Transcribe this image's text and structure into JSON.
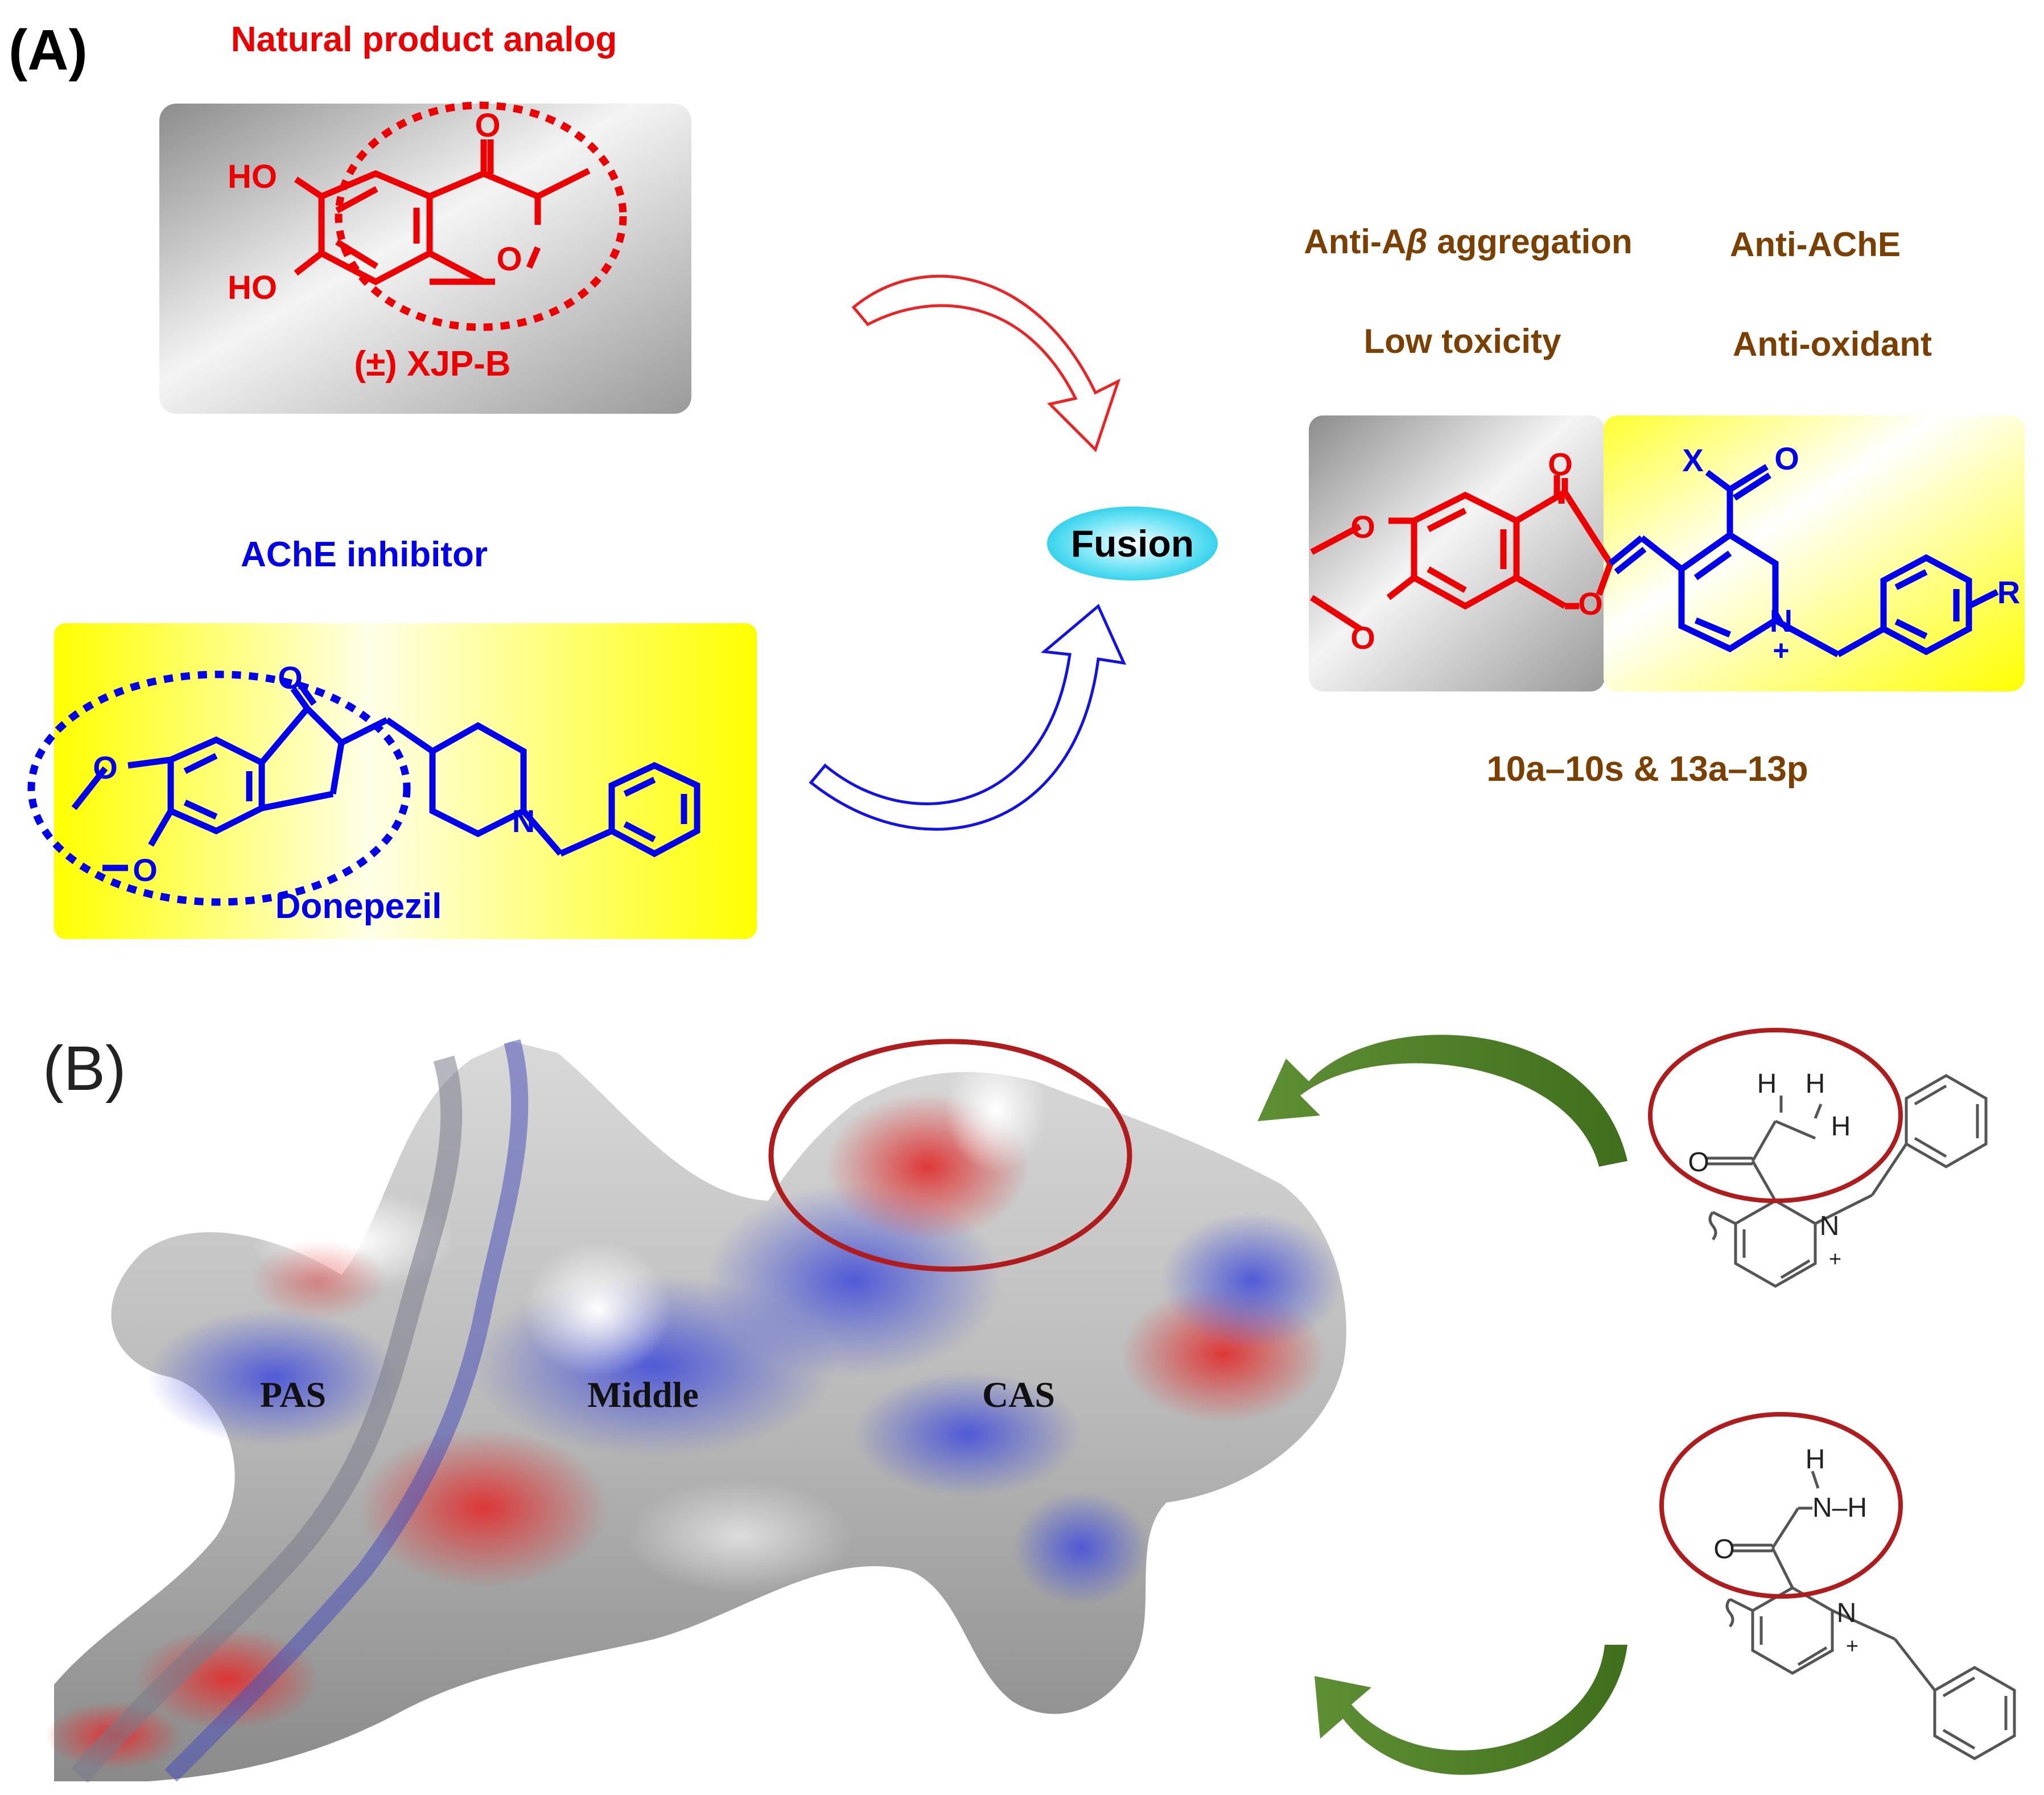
{
  "colors": {
    "red": "#ee0000",
    "blue": "#0000ee",
    "brown": "#7b3f00",
    "green": "#4f7f2a",
    "darkred": "#b01c1c",
    "cyan": "#21d4f0",
    "yellow": "#ffff00",
    "gray": "#b4b4b4"
  },
  "panel_a": {
    "label": "(A)",
    "natural_product": {
      "header": "Natural product analog",
      "name": "(±) XJP-B",
      "atom_oxygen_ketone": "O",
      "atom_oxygen_ring": "O",
      "atom_ho_top": "HO",
      "atom_ho_bottom": "HO"
    },
    "donepezil": {
      "header": "AChE inhibitor",
      "name": "Donepezil",
      "atom_oxygen_ketone": "O",
      "atom_o_methoxy_top": "O",
      "atom_o_methoxy_bottom": "O",
      "atom_nitrogen": "N"
    },
    "fusion_label": "Fusion",
    "properties": {
      "anti_abeta_prefix": "Anti-A",
      "anti_abeta_beta": "β",
      "anti_abeta_suffix": " aggregation",
      "anti_ache": "Anti-AChE",
      "low_toxicity": "Low toxicity",
      "anti_oxidant": "Anti-oxidant"
    },
    "hybrid": {
      "atom_x": "X",
      "atom_o_carbonyl": "O",
      "atom_o_ketone": "O",
      "atom_o_ring": "O",
      "atom_o_methoxy_top": "O",
      "atom_o_methoxy_bottom": "O",
      "atom_n": "N",
      "atom_n_charge": "+",
      "atom_r": "R",
      "compounds": "10a–10s & 13a–13p"
    }
  },
  "panel_b": {
    "label": "(B)",
    "site_pas": "PAS",
    "site_middle": "Middle",
    "site_cas": "CAS",
    "top_structure": {
      "h1": "H",
      "h2": "H",
      "h3": "H",
      "o": "O",
      "n": "N",
      "charge": "+"
    },
    "bottom_structure": {
      "h_top": "H",
      "nh": "N–H",
      "o": "O",
      "n": "N",
      "charge": "+"
    }
  }
}
